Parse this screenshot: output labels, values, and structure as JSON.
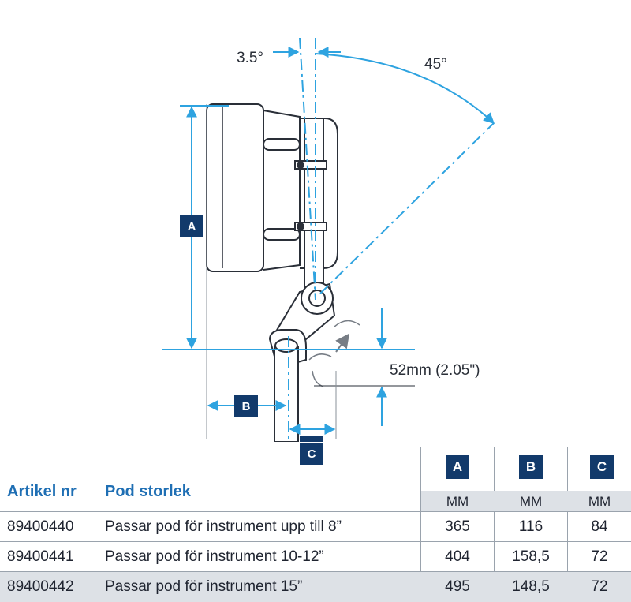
{
  "diagram": {
    "angle_tilt": "3.5°",
    "angle_swing": "45°",
    "height_offset": "52mm (2.05\")",
    "dim_labels": [
      "A",
      "B",
      "C"
    ]
  },
  "table": {
    "columns": {
      "article": "Artikel nr",
      "description": "Pod storlek",
      "a": "A",
      "b": "B",
      "c": "C"
    },
    "unit": "MM",
    "rows": [
      {
        "article": "89400440",
        "description": "Passar pod för instrument upp till 8”",
        "a": "365",
        "b": "116",
        "c": "84"
      },
      {
        "article": "89400441",
        "description": "Passar pod för instrument 10-12”",
        "a": "404",
        "b": "158,5",
        "c": "72"
      },
      {
        "article": "89400442",
        "description": "Passar pod för instrument 15”",
        "a": "495",
        "b": "148,5",
        "c": "72"
      }
    ]
  },
  "colors": {
    "dimension_blue": "#2ea3e0",
    "badge_navy": "#123a6b",
    "header_blue": "#1f6fb4",
    "row_shade": "#dde1e6",
    "outline": "#2a2f38"
  }
}
